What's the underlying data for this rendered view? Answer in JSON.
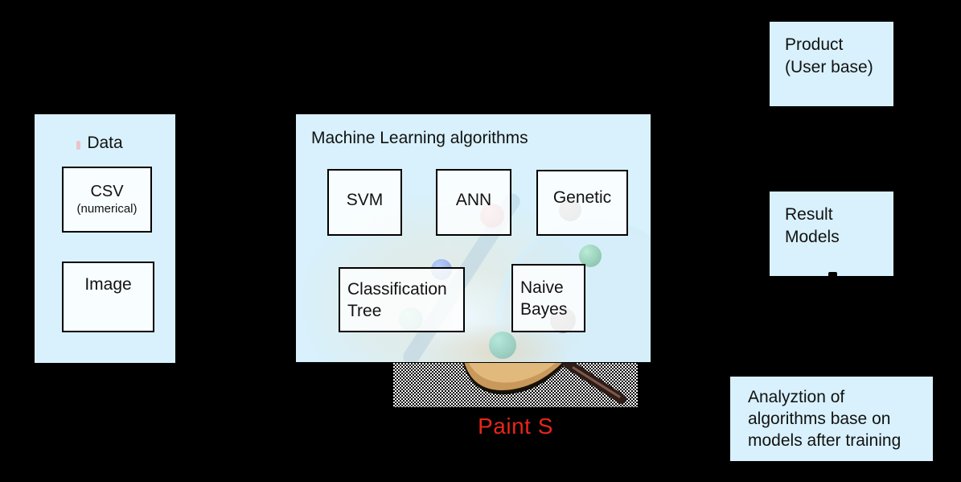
{
  "colors": {
    "background": "#000000",
    "panel_blue": "#d8f1fc",
    "box_border": "#000000",
    "brand_red": "#e8261a"
  },
  "data_panel": {
    "title": "Data",
    "csv_line1": "CSV",
    "csv_line2": "(numerical)",
    "image_label": "Image"
  },
  "ml_panel": {
    "title": "Machine Learning algorithms",
    "svm": "SVM",
    "ann": "ANN",
    "genetic": "Genetic",
    "classification_line1": "Classification",
    "classification_line2": "Tree",
    "naive_line1": "Naive",
    "naive_line2": "Bayes"
  },
  "product_box": {
    "line1": "Product",
    "line2": "(User base)"
  },
  "result_box": {
    "line1": "Result",
    "line2": "Models"
  },
  "analysis_box": {
    "line1": "Analyztion of",
    "line2": "algorithms base on",
    "line3": "models after training"
  },
  "watermark": {
    "app_name": "Paint S"
  }
}
